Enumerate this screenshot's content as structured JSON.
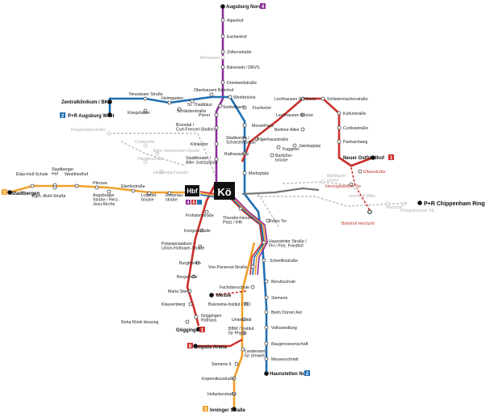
{
  "hub": {
    "hbf": "Hbf",
    "ko": "Kö"
  },
  "terminals": {
    "augsburg_nord": "Augsburg Nord",
    "augsburg_nord_badge": "4",
    "zentralklinikum": "Zentralklinikum / BKH",
    "pr_augsburg_west": "P+R Augsburg West",
    "pr_augsburg_west_badge": "2",
    "stadtbergen": "Stadtbergen",
    "stadtbergen_badge": "3",
    "neuer_ostfriedhof": "Neuer Ostfriedhof",
    "neuer_ostfriedhof_badge": "1",
    "pr_chippenham": "P+R Chippenham Ring",
    "messe": "Messe",
    "goeggingen": "Göggingen",
    "goeggingen_badge": "1",
    "impuls_arena": "Impuls Arena",
    "impuls_arena_badge": "8",
    "haunstetten_nord": "Haunstetten Nord",
    "haunstetten_nord_badge": "2",
    "inninger_strasse": "Inninger Straße",
    "inninger_strasse_badge": "3"
  },
  "hub_badges": [
    "4",
    "8"
  ],
  "line_colors": {
    "line1": "#c9302c",
    "line2": "#1f6fb2",
    "line3": "#f0a02c",
    "line4": "#8e2d9a",
    "line6": "#777777",
    "planned": "#bbbbbb"
  },
  "stations": {
    "alpenhof": "Alpenhof",
    "eschenhof": "Eschenhof",
    "zollernstrasse": "Zollernstraße",
    "iterhausen": "Iterhausen",
    "baerenwirt": "Bärenwirt / DRVS",
    "drentwettstrasse": "Drentwettstraße",
    "oberhausen": "Oberhausen Bahnhof",
    "werkbruecke": "Werkbrücke",
    "fischertor": "Fischertor",
    "senkelbach": "Senkelbach",
    "puerrer": "Pürrer",
    "mozartstrasse": "Mozarthaus",
    "neusaesser": "Neusässer Straße",
    "heimgarten": "Heimgarten",
    "st_thaddaeus": "St. Thaddäus",
    "kriegshaber": "Kriegshaber",
    "schaetzlerstrasse": "Schätzlerstraße",
    "brunntal": "Brunntal /\nCurt-Frenzel-Stadion",
    "klinkertor": "Klinkertor",
    "stadttheater": "Stadttheater /\nAlter Justizpalast",
    "staedtwerke": "Stadtwerke /\nSchaezlerpalais",
    "rathausplatz": "Rathausplatz",
    "moritzplatz": "Moritzplatz",
    "lechhausen_schloessle": "Lechhausen Schlössle",
    "schleiermacherstrasse": "Schleiermacherstraße",
    "lechhausen_bruecke": "Lechhausen Brücke",
    "kulturstrasse": "Kulturstraße",
    "berliner_allee": "Berliner Allee",
    "curtiusstrasse": "Curtiusstraße",
    "partnachweg": "Partnachweg",
    "jakobsplatz": "Jakobsplatz",
    "pilgerhausstrasse": "Pilgerhausstraße",
    "fuggerei": "Fuggerei",
    "barfuesser": "Barfüßer-\nbrücke",
    "elbsestrasse": "Elbsestraße",
    "herzogstandstrasse": "Herzogstandstraße",
    "bahnhof_hochzoll": "Bahnhof Hochzoll",
    "hochzoll_mitte": "Hochzoll Mitte",
    "mueblerstrasse": "Mühlbach-\nstraße",
    "elias_holl": "Elias-Holl-Schule",
    "stadtberger_hof": "Stadtberger\nHof",
    "westfriedhof": "Westfriedhof",
    "bgm_bohl": "Bgm.-Bohl-Straße",
    "pfersee": "Pfersee",
    "eberlestrasse": "Eberlestraße",
    "augsburger_strasse": "Augsburger\nStraße / Herz-\nJesu-Kirche",
    "luitpoldbruecke": "Luitpold-\nbrücke",
    "rosenaustrasse": "Rosenau-\nstraße",
    "frohsinnstrasse": "Frohsinnstraße",
    "theodor_heuss": "Theodor-Heuss-\nPlatz / IHK",
    "rotes_tor": "Rotes Tor",
    "kongresshalle": "Kongresshalle",
    "polizeipraesidium": "Polizeipräsidium /\nUlrich-Hofmaier-Straße",
    "haunstetter_strasse": "Haunstetter Straße /\nFH / Prot. Friedhof",
    "burgfrieden": "Burgfrieden",
    "schertlinstrasse": "Schertlinstraße",
    "von_parseval": "Von-Parseval-Straße",
    "bergstrasse": "Bergstraße",
    "berufsschule": "Berufsschule",
    "fachoberschule": "Fachoberschule",
    "maria_stern": "Maria Stern",
    "siemens": "Siemens",
    "bukowina": "Bukowina-Institut / PCI",
    "beim_duerren_ast": "Beim Dürren Ast",
    "klausenberg": "Klausenberg",
    "goeggingen_rathaus": "Göggingen\nRathaus",
    "reha_klinik": "Reha Klinik Hessing",
    "universitaet": "Universität",
    "volkssiedlung": "Volkssiedlung",
    "bbw": "BBW / Institut\nfür Physik",
    "baugenossenschaft": "Baugenossenschaft",
    "landessamt": "Landesamt\nfür Umwelt",
    "messerschmitt": "Messerschmitt",
    "siemens_ii": "Siemens II",
    "kopernikusstrasse": "Kopernikusstraße",
    "hofackerstrasse": "Hofackerstraße",
    "kriegshaber_grey": "Kriegsh­aberstraße",
    "centerville": "Centerville",
    "bgm_ackermann": "Bgm.-Ackermann-Straße",
    "pfandlerstrasse": "Pfanderstraße",
    "hessenbachstrasse": "Hessenbachstraße",
    "hochzoll_grey": "Hochzoll",
    "koenigsbrunn_grey": "Königsbrunner Str."
  }
}
